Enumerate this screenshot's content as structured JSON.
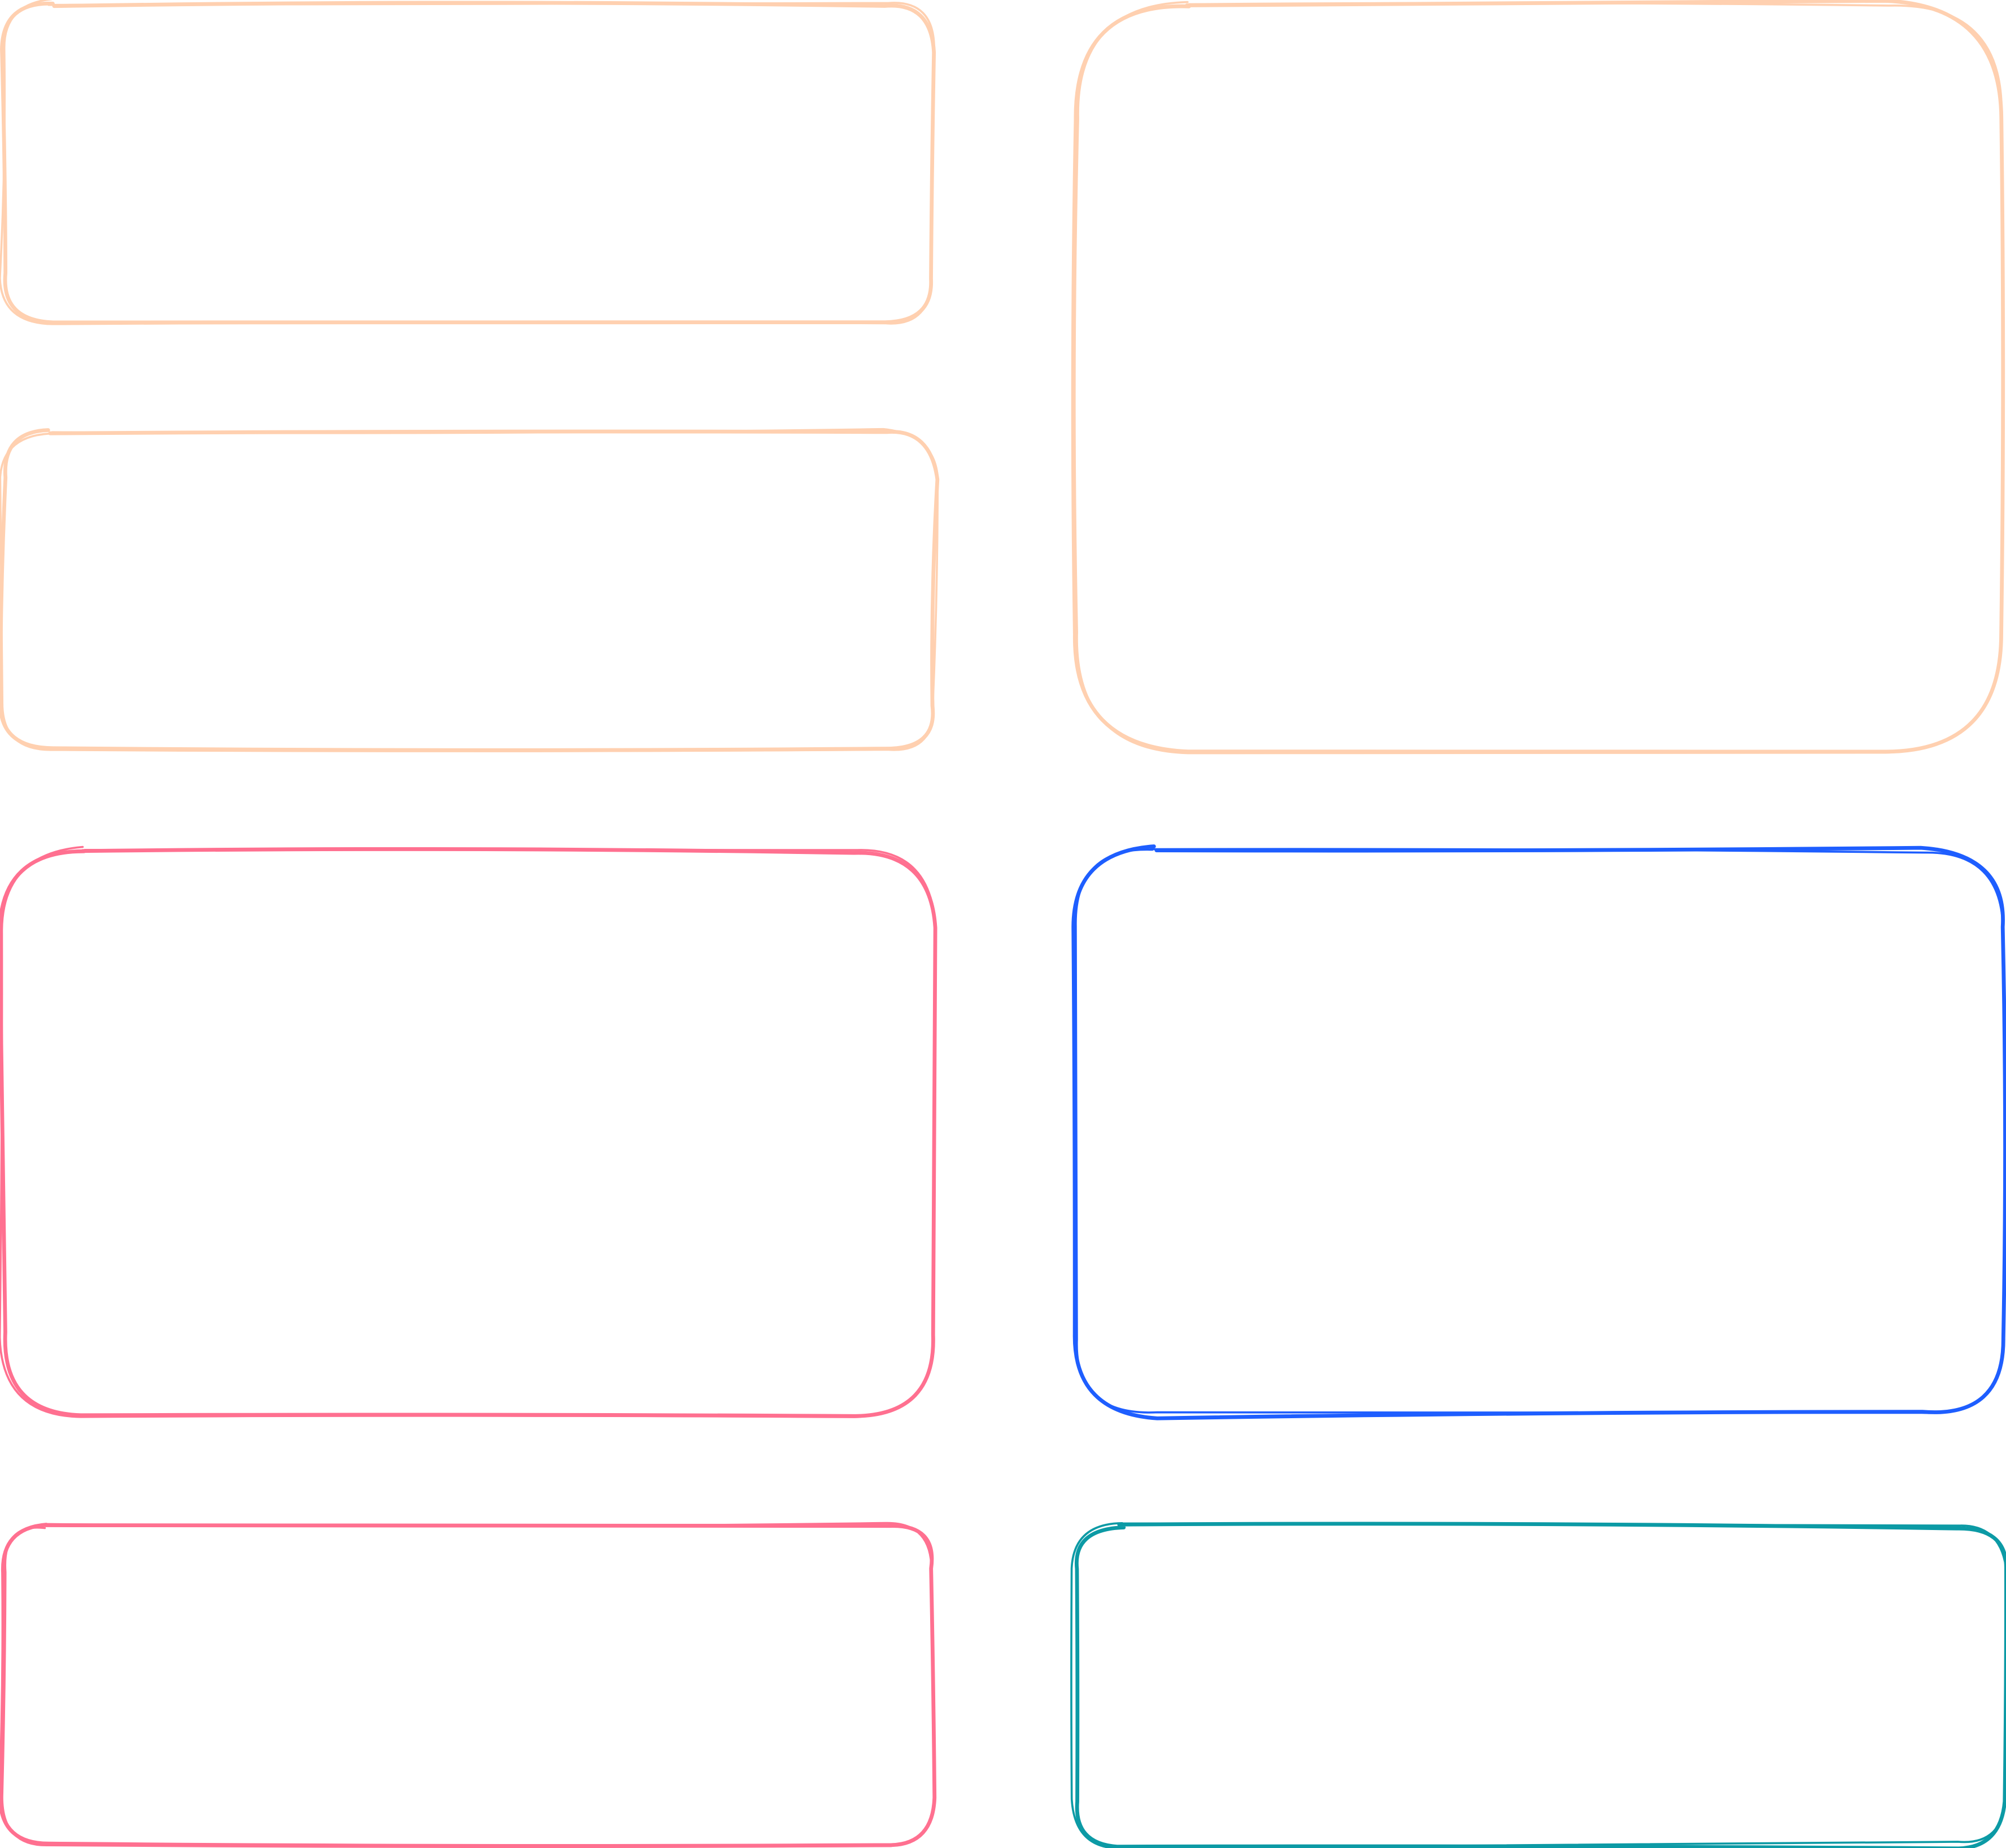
{
  "canvas": {
    "background": "#ffffff"
  },
  "shapes": [
    {
      "id": "box-1",
      "type": "rectangle",
      "style": "hand-drawn",
      "stroke_color": "#ffd0b0"
    },
    {
      "id": "box-2",
      "type": "rectangle",
      "style": "hand-drawn",
      "stroke_color": "#ffd0b0"
    },
    {
      "id": "box-3",
      "type": "rectangle",
      "style": "hand-drawn",
      "stroke_color": "#ffd0b0"
    },
    {
      "id": "box-4",
      "type": "rectangle",
      "style": "hand-drawn",
      "stroke_color": "#ff7090"
    },
    {
      "id": "box-5",
      "type": "rectangle",
      "style": "hand-drawn",
      "stroke_color": "#1e5eff"
    },
    {
      "id": "box-6",
      "type": "rectangle",
      "style": "hand-drawn",
      "stroke_color": "#ff7090"
    },
    {
      "id": "box-7",
      "type": "rectangle",
      "style": "hand-drawn",
      "stroke_color": "#0c9aa5"
    }
  ]
}
